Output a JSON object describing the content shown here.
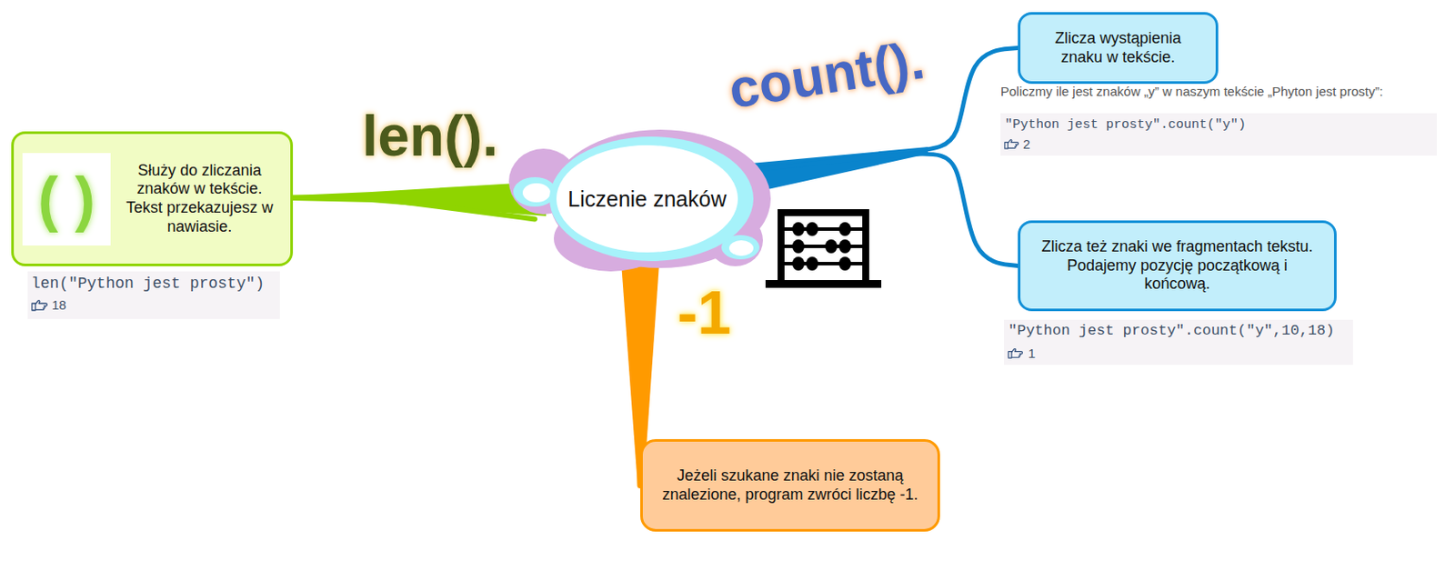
{
  "diagram": {
    "nodes": [
      {
        "text": [
          "Liczenie znaków"
        ]
      },
      {
        "text": [
          "( )",
          "Służy do zliczania znaków w tekście. Tekst przekazujesz w nawiasie."
        ]
      },
      {
        "text": [
          "Zlicza wystąpienia znaku w tekście."
        ]
      },
      {
        "text": [
          "Zlicza też znaki we fragmentach tekstu. Podajemy pozycję początkową i końcową."
        ]
      },
      {
        "text": [
          "Jeżeli szukane znaki nie zostaną znalezione, program zwróci liczbę -1."
        ]
      }
    ],
    "edges": [
      {
        "from": 0,
        "to": 1,
        "arrow": "none"
      },
      {
        "from": 0,
        "to": 2,
        "arrow": "none"
      },
      {
        "from": 0,
        "to": 3,
        "arrow": "none"
      },
      {
        "from": 0,
        "to": 4,
        "arrow": "none"
      }
    ],
    "labels": [
      "len().",
      "len(\"Python jest prosty\")",
      "18",
      "count().",
      "Policzmy ile jest znaków „y” w naszym tekście „Phyton jest prosty”:",
      "\"Python jest prosty\".count(\"y\")",
      "2",
      "\"Python jest prosty\".count(\"y\",10,18)",
      "1",
      "-1"
    ]
  }
}
